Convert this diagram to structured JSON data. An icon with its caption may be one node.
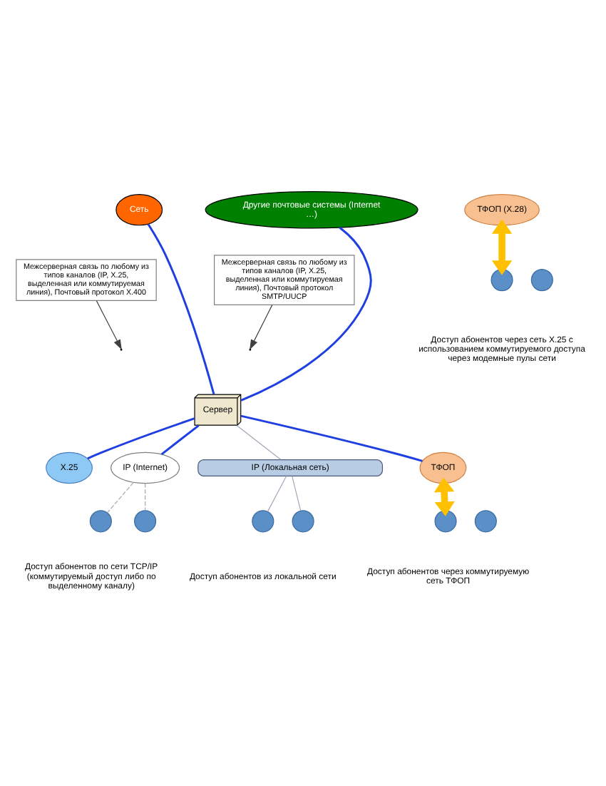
{
  "diagram": {
    "nodes": [
      {
        "text": [
          "Сеть"
        ]
      },
      {
        "text": [
          "Другие почтовые системы (Internet …)"
        ]
      },
      {
        "text": [
          "Межсерверная связь по любому из типов каналов (IP, X.25, выделенная или коммутируемая линия), Почтовый протокол X.400"
        ]
      },
      {
        "text": [
          "Межсерверная связь по любому из типов каналов (IP, X.25, выделенная или коммутируемая линия), Почтовый протокол SMTP/UUCP"
        ]
      },
      {
        "text": [
          "Сервер"
        ]
      },
      {
        "text": [
          "X.25"
        ]
      },
      {
        "text": [
          "ТФОП (X.28)"
        ]
      },
      {
        "text": [
          "IP (Internet)"
        ]
      },
      {
        "text": [
          "IP (Локальная сеть)"
        ]
      },
      {
        "text": [],
        "shape": "person"
      },
      {
        "text": [],
        "shape": "person"
      },
      {
        "text": [],
        "shape": "person"
      },
      {
        "text": [],
        "shape": "person"
      },
      {
        "text": [],
        "shape": "person"
      },
      {
        "text": [],
        "shape": "person"
      },
      {
        "text": [
          "ТФОП"
        ]
      },
      {
        "text": [],
        "shape": "person"
      },
      {
        "text": [],
        "shape": "person"
      }
    ],
    "edges": [
      {
        "from": 0,
        "to": 4,
        "arrow": "none"
      },
      {
        "from": 1,
        "to": 4,
        "arrow": "none"
      },
      {
        "from": 2,
        "to": null,
        "arrow": "to",
        "color": "#404040"
      },
      {
        "from": 3,
        "to": null,
        "arrow": "to",
        "color": "#404040"
      },
      {
        "from": 4,
        "to": 5,
        "arrow": "none"
      },
      {
        "from": 4,
        "to": 7,
        "arrow": "none"
      },
      {
        "from": 4,
        "to": 15,
        "arrow": "none"
      },
      {
        "from": 4,
        "to": 8,
        "arrow": "none",
        "color": "#a0a8b8"
      },
      {
        "from": 7,
        "to": 9,
        "arrow": "none",
        "style": "dashed",
        "color": "#a0a8b8"
      },
      {
        "from": 7,
        "to": 10,
        "arrow": "none",
        "style": "dashed",
        "color": "#a0a8b8"
      },
      {
        "from": 8,
        "to": 11,
        "arrow": "none",
        "color": "#a0a8b8"
      },
      {
        "from": 8,
        "to": 12,
        "arrow": "none",
        "color": "#a0a8b8"
      },
      {
        "from": 6,
        "to": 13,
        "arrow": "both",
        "style": "thick",
        "color": "#ffc000"
      },
      {
        "from": 15,
        "to": 16,
        "arrow": "both",
        "style": "thick",
        "color": "#ffc000"
      }
    ],
    "labels": [
      "Доступ абонентов по сети TCP/IP (коммутируемый доступ либо по выделенному каналу)",
      "Доступ абонентов из локальной сети",
      "Доступ абонентов через сеть X.25 с использованием коммутируемого доступа через модемные пулы сети",
      "Доступ абонентов через коммутируемую сеть ТФОП"
    ]
  }
}
